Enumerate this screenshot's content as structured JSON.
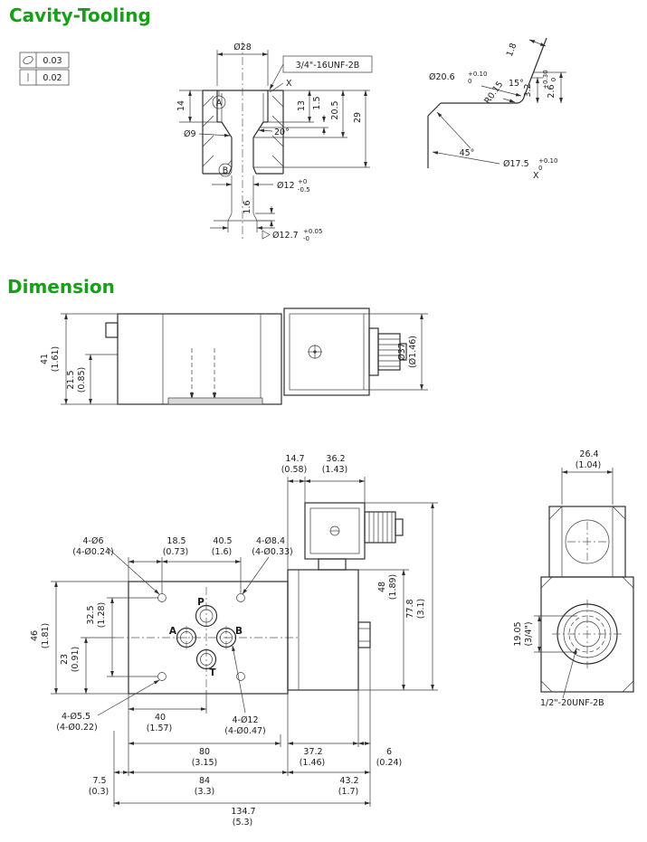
{
  "theme": {
    "heading_color": "#17a017"
  },
  "titles": {
    "cavity": "Cavity-Tooling",
    "dimension": "Dimension"
  },
  "cavity": {
    "tol1": "0.03",
    "tol2": "0.02",
    "dia28": "Ø28",
    "thread": "3/4\"-16UNF-2B",
    "detail_x": "X",
    "d14": "14",
    "d13": "13",
    "d1_5": "1.5",
    "d20_5": "20.5",
    "d29": "29",
    "ang20": "20°",
    "dia9": "Ø9",
    "datum_a": "A",
    "datum_b": "B",
    "dia12": "Ø12",
    "dia12_up": "+0",
    "dia12_dn": "-0.5",
    "d1_6": "1.6",
    "dia12_7": "Ø12.7",
    "dia12_7_up": "+0.05",
    "dia12_7_dn": "-0"
  },
  "detail": {
    "d1_8": "1.8",
    "dia20_6": "Ø20.6",
    "dia20_6_up": "+0.10",
    "dia20_6_dn": "0",
    "ang15": "15°",
    "d3_2": "3.2",
    "d2_6": "2.6",
    "d2_6_up": "+0.30",
    "d2_6_dn": "0",
    "r": "R0.15",
    "ang45": "45°",
    "dia17_5": "Ø17.5",
    "dia17_5_up": "+0.10",
    "dia17_5_dn": "0",
    "view_x": "X"
  },
  "top": {
    "d41": "41",
    "d41_in": "(1.61)",
    "d21_5": "21.5",
    "d21_5_in": "(0.85)",
    "dia37": "Ø37",
    "dia37_in": "(Ø1.46)"
  },
  "front": {
    "d14_7": "14.7",
    "d14_7_in": "(0.58)",
    "d36_2": "36.2",
    "d36_2_in": "(1.43)",
    "holes6": "4-Ø6",
    "holes6_in": "(4-Ø0.24)",
    "d18_5": "18.5",
    "d18_5_in": "(0.73)",
    "d40_5": "40.5",
    "d40_5_in": "(1.6)",
    "holes8_4": "4-Ø8.4",
    "holes8_4_in": "(4-Ø0.33)",
    "d48": "48",
    "d48_in": "(1.89)",
    "d77_8": "77.8",
    "d77_8_in": "(3.1)",
    "d46": "46",
    "d46_in": "(1.81)",
    "d32_5": "32.5",
    "d32_5_in": "(1.28)",
    "d23": "23",
    "d23_in": "(0.91)",
    "port_p": "P",
    "port_a": "A",
    "port_b": "B",
    "port_t": "T",
    "holes5_5": "4-Ø5.5",
    "holes5_5_in": "(4-Ø0.22)",
    "d40": "40",
    "d40_in": "(1.57)",
    "holes12": "4-Ø12",
    "holes12_in": "(4-Ø0.47)",
    "d80": "80",
    "d80_in": "(3.15)",
    "d37_2": "37.2",
    "d37_2_in": "(1.46)",
    "d6": "6",
    "d6_in": "(0.24)",
    "d7_5": "7.5",
    "d7_5_in": "(0.3)",
    "d84": "84",
    "d84_in": "(3.3)",
    "d43_2": "43.2",
    "d43_2_in": "(1.7)",
    "d134_7": "134.7",
    "d134_7_in": "(5.3)"
  },
  "side": {
    "d26_4": "26.4",
    "d26_4_in": "(1.04)",
    "d19_05": "19.05",
    "d19_05_in": "(3/4\")",
    "thread": "1/2\"-20UNF-2B"
  }
}
